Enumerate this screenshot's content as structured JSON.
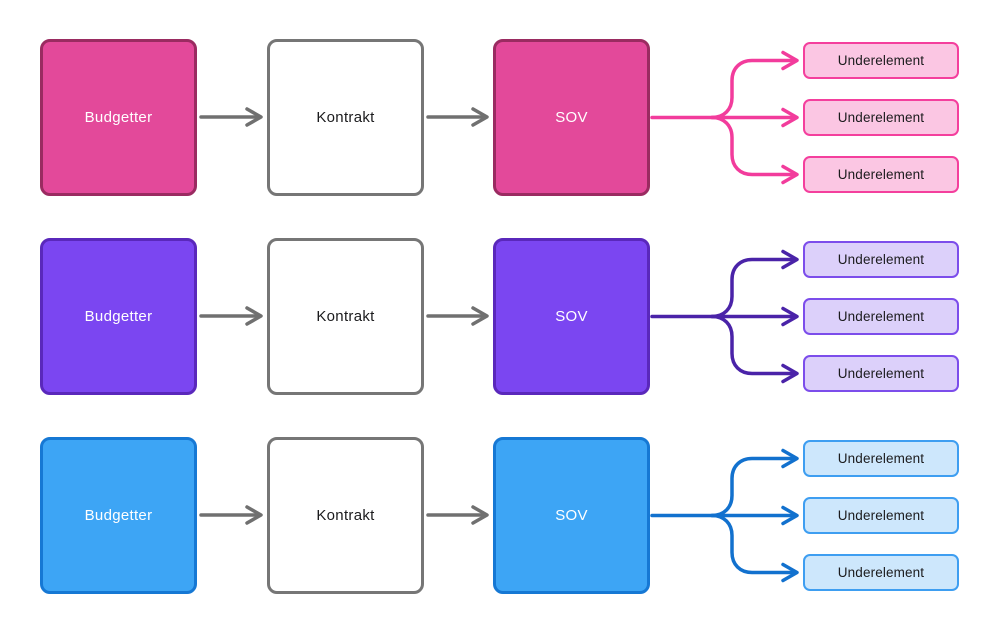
{
  "diagram": {
    "shared": {
      "arrow_color": "#707070",
      "plain_box_border": "#767676",
      "text_dark": "#1B1B1D",
      "text_light": "#FFFFFF"
    },
    "rows": [
      {
        "theme": "pink",
        "budgetter_label": "Budgetter",
        "kontrakt_label": "Kontrakt",
        "sov_label": "SOV",
        "underelements": [
          "Underelement",
          "Underelement",
          "Underelement"
        ],
        "colors": {
          "box_fill": "#E3499A",
          "box_border": "#9A2B61",
          "connector": "#F23C9C",
          "sub_fill": "#FBC6E3",
          "sub_border": "#F43F9D"
        }
      },
      {
        "theme": "purple",
        "budgetter_label": "Budgetter",
        "kontrakt_label": "Kontrakt",
        "sov_label": "SOV",
        "underelements": [
          "Underelement",
          "Underelement",
          "Underelement"
        ],
        "colors": {
          "box_fill": "#7B46F1",
          "box_border": "#5A28BB",
          "connector": "#4A23A8",
          "sub_fill": "#DCD0FA",
          "sub_border": "#7C4DEB"
        }
      },
      {
        "theme": "blue",
        "budgetter_label": "Budgetter",
        "kontrakt_label": "Kontrakt",
        "sov_label": "SOV",
        "underelements": [
          "Underelement",
          "Underelement",
          "Underelement"
        ],
        "colors": {
          "box_fill": "#3DA5F5",
          "box_border": "#1678D4",
          "connector": "#1271CE",
          "sub_fill": "#CDE7FC",
          "sub_border": "#3E9EF1"
        }
      }
    ]
  }
}
